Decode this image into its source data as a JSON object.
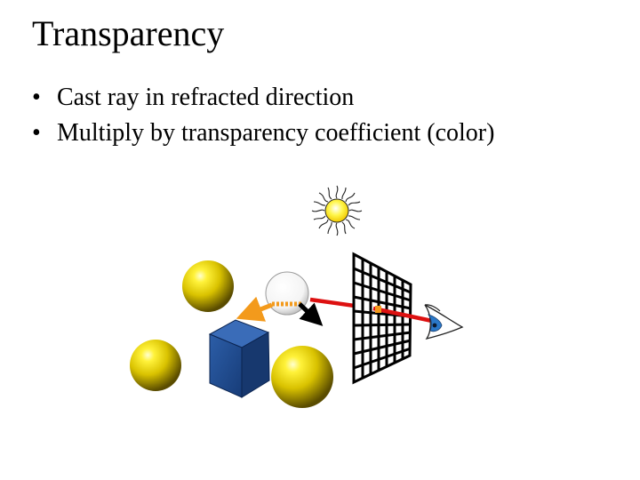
{
  "slide": {
    "title": "Transparency",
    "bullets": [
      "Cast ray in refracted direction",
      "Multiply by transparency coefficient (color)"
    ]
  },
  "diagram": {
    "elements": [
      "sun-icon",
      "yellow-sphere",
      "blue-cube",
      "transparent-sphere",
      "image-grid",
      "eye-icon"
    ],
    "colors": {
      "sphere": "#d8c400",
      "cube": "#1f4e93",
      "primary_ray": "#dd1111",
      "refracted_ray": "#f39a1c",
      "grid": "#000000",
      "sun": "#fff200"
    }
  }
}
